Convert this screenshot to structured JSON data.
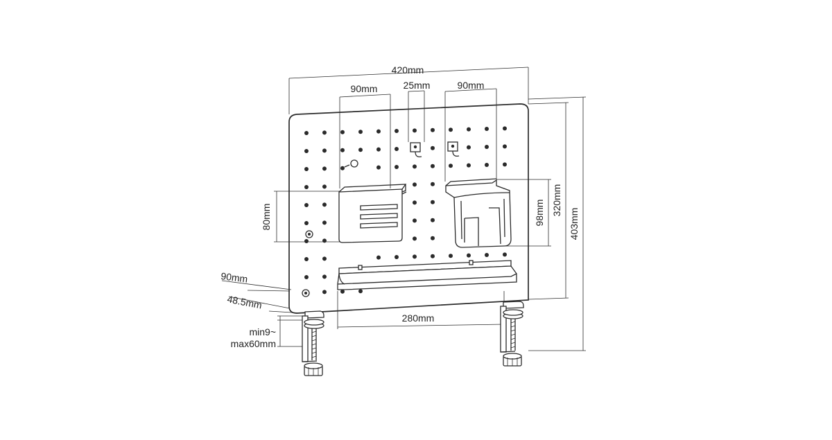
{
  "diagram": {
    "product": "pegboard-with-clamps",
    "colors": {
      "line": "#2a2a2a",
      "background": "#ffffff"
    },
    "dimensions": {
      "overall_width": "420mm",
      "basket_width": "90mm",
      "hook_spacing": "25mm",
      "cup_holder_width": "90mm",
      "basket_height": "80mm",
      "cup_holder_height": "98mm",
      "panel_height": "320mm",
      "overall_height": "403mm",
      "shelf_depth": "90mm",
      "clamp_depth": "48.5mm",
      "clamp_range_line1": "min9~",
      "clamp_range_line2": "max60mm",
      "shelf_width": "280mm"
    }
  }
}
